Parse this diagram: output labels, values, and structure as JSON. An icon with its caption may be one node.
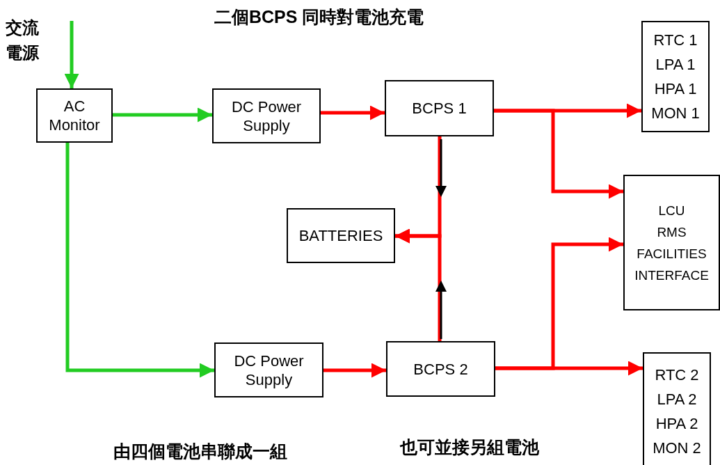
{
  "diagram": {
    "title": "二個**BCPS** 同時對電池充電",
    "nodes": [
      {
        "text": [
          "AC Monitor"
        ]
      },
      {
        "text": [
          "DC Power Supply"
        ]
      },
      {
        "text": [
          "BCPS 1"
        ]
      },
      {
        "text": [
          "RTC 1",
          "LPA 1",
          "HPA 1",
          "MON 1"
        ]
      },
      {
        "text": [
          "BATTERIES"
        ]
      },
      {
        "text": [
          "LCU",
          "RMS",
          "FACILITIES",
          "INTERFACE"
        ]
      },
      {
        "text": [
          "DC Power Supply"
        ]
      },
      {
        "text": [
          "BCPS 2"
        ]
      },
      {
        "text": [
          "RTC 2",
          "LPA 2",
          "HPA 2",
          "MON 2"
        ]
      }
    ],
    "edges": [
      {
        "from": null,
        "to": 0,
        "arrow": "to",
        "color": "#22cc22"
      },
      {
        "from": 0,
        "to": 1,
        "arrow": "to",
        "color": "#22cc22"
      },
      {
        "from": 0,
        "to": 6,
        "arrow": "to",
        "color": "#22cc22"
      },
      {
        "from": 1,
        "to": 2,
        "arrow": "to"
      },
      {
        "from": 2,
        "to": 3,
        "arrow": "to"
      },
      {
        "from": 2,
        "to": 5,
        "arrow": "to"
      },
      {
        "from": 2,
        "to": 4,
        "arrow": "to"
      },
      {
        "from": 7,
        "to": 4,
        "arrow": "to"
      },
      {
        "from": 6,
        "to": 7,
        "arrow": "to"
      },
      {
        "from": 7,
        "to": 8,
        "arrow": "to"
      },
      {
        "from": 7,
        "to": 5,
        "arrow": "to"
      }
    ],
    "labels": [
      "交流電源",
      "由四個電池串聯成一組",
      "也可並接另組電池"
    ]
  }
}
